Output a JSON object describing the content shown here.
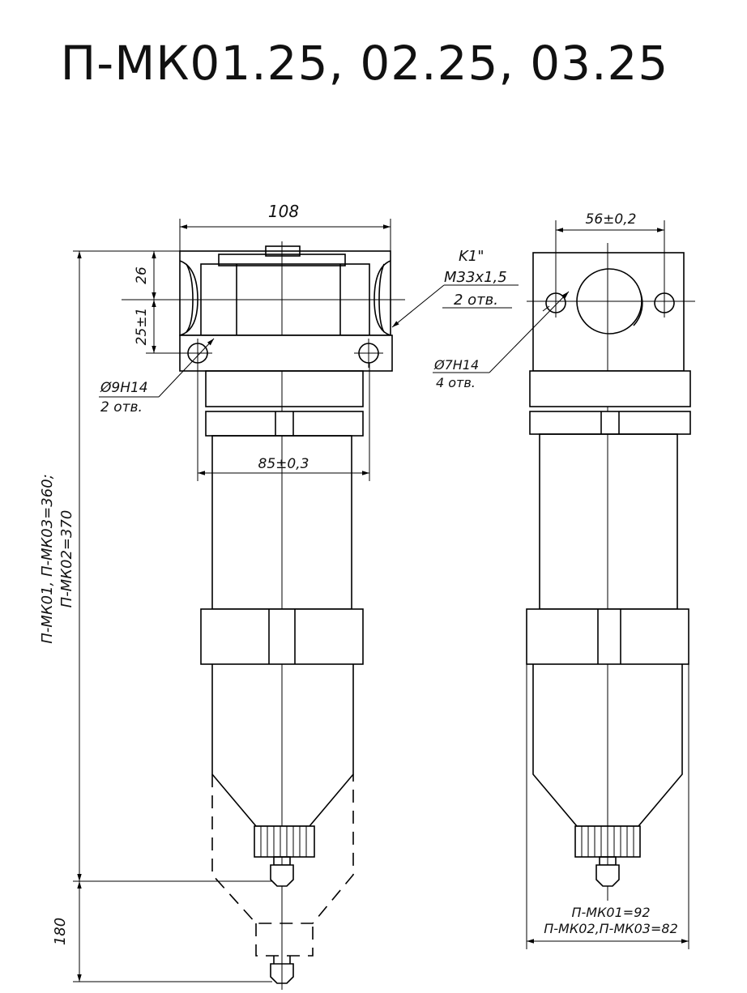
{
  "title": "П-МК01.25, 02.25, 03.25",
  "dimensions": {
    "width_front": "108",
    "height_26": "26",
    "height_25": "25±1",
    "holes_front": "Ø9H14",
    "holes_front_count": "2 отв.",
    "spacing_85": "85±0,3",
    "thread_k": "K1\"",
    "thread_m": "М33х1,5",
    "thread_count": "2 отв.",
    "spacing_56": "56±0,2",
    "holes_side": "Ø7H14",
    "holes_side_count": "4 отв.",
    "total_height_1": "П-МК01, П-МК03=360;",
    "total_height_2": "П-МК02=370",
    "removal_height": "180",
    "width_side_1": "П-МК01=92",
    "width_side_2": "П-МК02,П-МК03=82"
  }
}
